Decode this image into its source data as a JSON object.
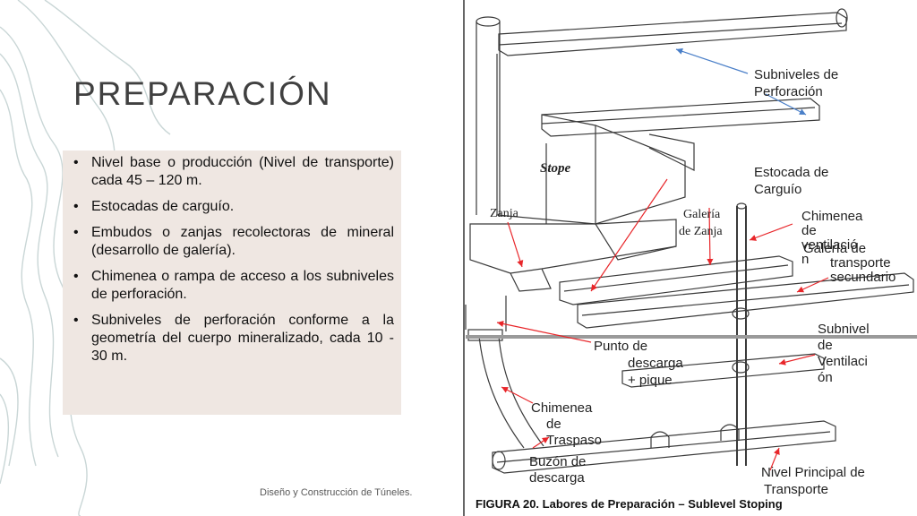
{
  "slide": {
    "title": "PREPARACIÓN",
    "bullets": [
      "Nivel base o producción (Nivel de transporte) cada 45 – 120 m.",
      "Estocadas de carguío.",
      "Embudos o zanjas recolectoras de mineral (desarrollo de galería).",
      "Chimenea o rampa de acceso a los subniveles de perforación.",
      "Subniveles de perforación conforme a la geometría del cuerpo mineralizado, cada 10 - 30 m."
    ],
    "footer": "Diseño y Construcción de Túneles."
  },
  "figure": {
    "caption": "FIGURA 20. Labores de Preparación – Sublevel Stoping",
    "labels": {
      "subniveles_perforacion": [
        "Subniveles de",
        "Perforación"
      ],
      "estocada_carguio": [
        "Estocada de",
        "Carguío"
      ],
      "chimenea_ventilacion": [
        "Chimenea",
        "de",
        "ventilació",
        "n"
      ],
      "galeria_transporte": [
        "Galería de",
        "transporte",
        "secundario"
      ],
      "subnivel_ventilacion": [
        "Subnivel",
        "de",
        "Ventilaci",
        "ón"
      ],
      "punto_descarga": [
        "Punto de",
        "descarga",
        "+ pique"
      ],
      "chimenea_traspaso": [
        "Chimenea",
        "de",
        "Traspaso"
      ],
      "buzon_descarga": [
        "Buzón de",
        "descarga"
      ],
      "nivel_principal": [
        "Nivel Principal de",
        "Transporte"
      ],
      "stope": "Stope",
      "zanja": "Zanja",
      "galeria_zanja": [
        "Galería",
        "de Zanja"
      ]
    }
  },
  "colors": {
    "title": "#404040",
    "box_bg": "#efe7e2",
    "arrow_red": "#e8262a",
    "arrow_blue": "#4a7fc8",
    "line": "#3a3a3a",
    "contour": "#c9d6d6"
  }
}
